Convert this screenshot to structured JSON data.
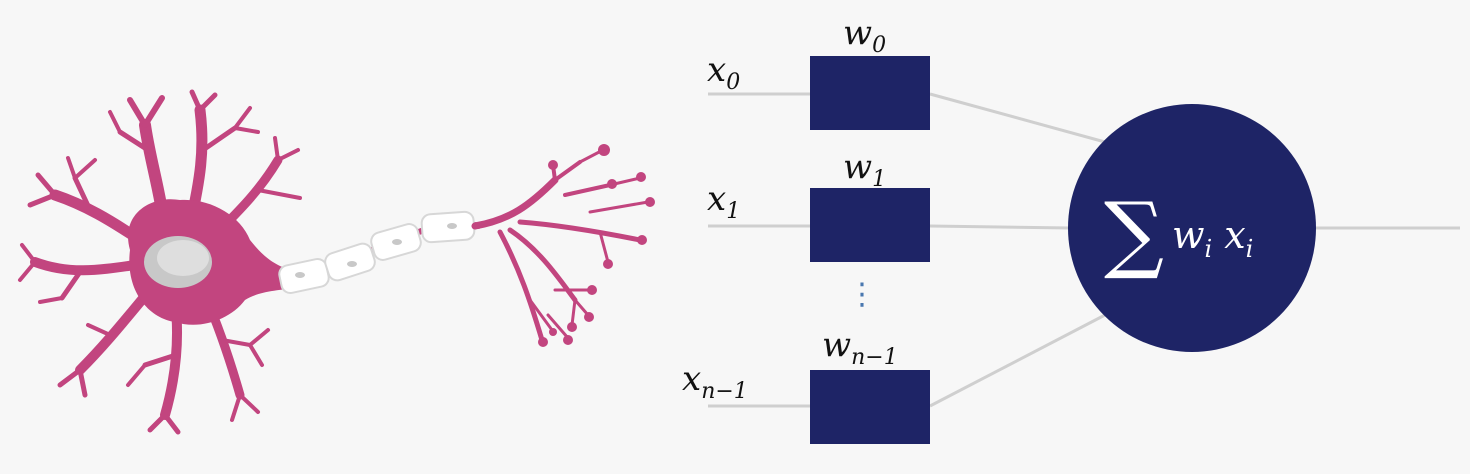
{
  "colors": {
    "background": "#f7f7f7",
    "neuron_pink": "#c2457f",
    "nucleus_gray": "#c8c8c8",
    "weight_box_navy": "#1e2466",
    "summation_circle_navy": "#1e2466",
    "connector_gray": "#cfcfcf",
    "dots_blue": "#4a78b0"
  },
  "inputs": [
    {
      "var": "x",
      "sub": "0"
    },
    {
      "var": "x",
      "sub": "1"
    },
    {
      "var": "x",
      "sub": "n−1"
    }
  ],
  "weights": [
    {
      "var": "w",
      "sub": "0"
    },
    {
      "var": "w",
      "sub": "1"
    },
    {
      "var": "w",
      "sub": "n−1"
    }
  ],
  "ellipsis": "⋮",
  "summation": {
    "symbol": "∑",
    "w": "w",
    "w_sub": "i",
    "x": "x",
    "x_sub": "i"
  },
  "icons": {
    "neuron": "biological-neuron-illustration"
  }
}
